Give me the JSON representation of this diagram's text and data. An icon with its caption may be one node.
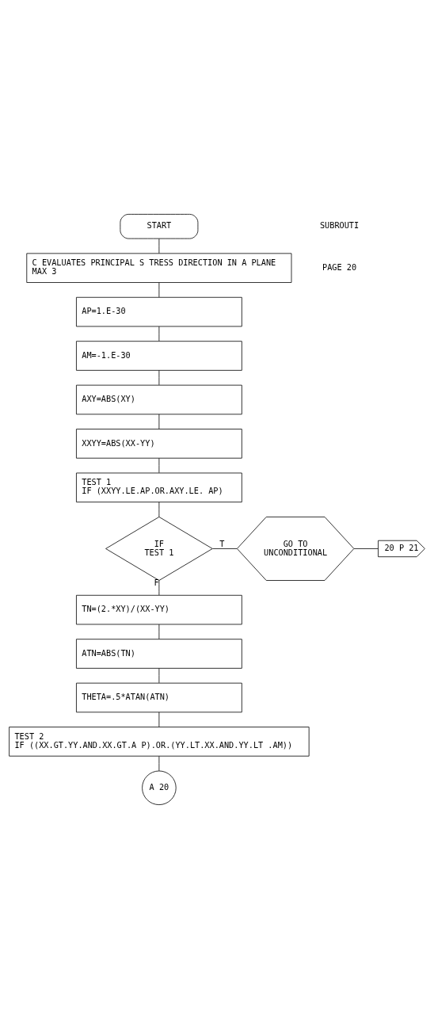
{
  "diagram": {
    "nodes": [
      {
        "text": [
          "START"
        ]
      },
      {
        "text": [
          "C EVALUATES PRINCIPAL S TRESS DIRECTION IN A PLANE",
          "MAX 3"
        ]
      },
      {
        "text": [
          "AP=1.E-30"
        ]
      },
      {
        "text": [
          "AM=-1.E-30"
        ]
      },
      {
        "text": [
          "AXY=ABS(XY)"
        ]
      },
      {
        "text": [
          "XXYY=ABS(XX-YY)"
        ]
      },
      {
        "text": [
          "TEST 1",
          "IF (XXYY.LE.AP.OR.AXY.LE. AP)"
        ]
      },
      {
        "text": [
          "IF",
          "TEST 1"
        ]
      },
      {
        "text": [
          "GO TO",
          "UNCONDITIONAL"
        ]
      },
      {
        "text": [
          "20 P 21"
        ]
      },
      {
        "text": [
          "TN=(2.*XY)/(XX-YY)"
        ]
      },
      {
        "text": [
          "ATN=ABS(TN)"
        ]
      },
      {
        "text": [
          "THETA=.5*ATAN(ATN)"
        ]
      },
      {
        "text": [
          "TEST 2",
          "IF ((XX.GT.YY.AND.XX.GT.A P).OR.(YY.LT.XX.AND.YY.LT .AM))"
        ]
      },
      {
        "text": [
          "A 20"
        ]
      }
    ],
    "edges": [
      {
        "from": 0,
        "to": 1,
        "arrow": "none"
      },
      {
        "from": 1,
        "to": 2,
        "arrow": "none"
      },
      {
        "from": 2,
        "to": 3,
        "arrow": "none"
      },
      {
        "from": 3,
        "to": 4,
        "arrow": "none"
      },
      {
        "from": 4,
        "to": 5,
        "arrow": "none"
      },
      {
        "from": 5,
        "to": 6,
        "arrow": "none"
      },
      {
        "from": 6,
        "to": 7,
        "arrow": "none"
      },
      {
        "from": 7,
        "to": 8,
        "arrow": "none",
        "label": "T"
      },
      {
        "from": 8,
        "to": 9,
        "arrow": "none"
      },
      {
        "from": 7,
        "to": 10,
        "arrow": "none",
        "label": "F"
      },
      {
        "from": 10,
        "to": 11,
        "arrow": "none"
      },
      {
        "from": 11,
        "to": 12,
        "arrow": "none"
      },
      {
        "from": 12,
        "to": 13,
        "arrow": "none"
      },
      {
        "from": 13,
        "to": 14,
        "arrow": "none"
      }
    ],
    "labels": [
      "SUBROUTI",
      "PAGE 20"
    ]
  }
}
